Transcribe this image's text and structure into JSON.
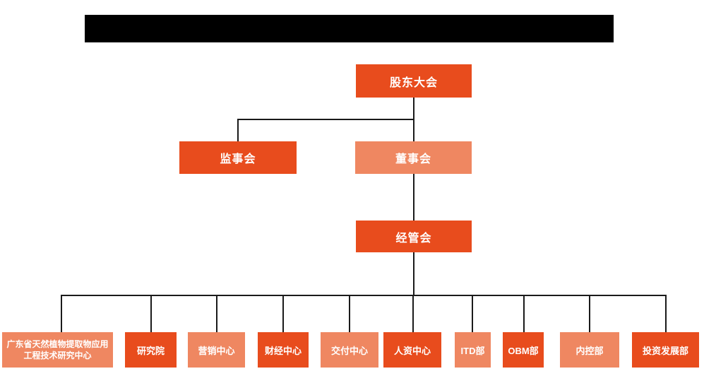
{
  "colors": {
    "primary_orange": "#E84C1D",
    "light_orange": "#EF8761",
    "connector_line": "#1a1a1a",
    "redacted_bar": "#000000",
    "node_text": "#ffffff"
  },
  "org": {
    "shareholders": "股东大会",
    "supervisory": "监事会",
    "board": "董事会",
    "management": "经管会",
    "departments": [
      {
        "label": "广东省天然植物提取物应用工程技术研究中心"
      },
      {
        "label": "研究院"
      },
      {
        "label": "营销中心"
      },
      {
        "label": "财经中心"
      },
      {
        "label": "交付中心"
      },
      {
        "label": "人资中心"
      },
      {
        "label": "ITD部"
      },
      {
        "label": "OBM部"
      },
      {
        "label": "内控部"
      },
      {
        "label": "投资发展部"
      }
    ]
  }
}
